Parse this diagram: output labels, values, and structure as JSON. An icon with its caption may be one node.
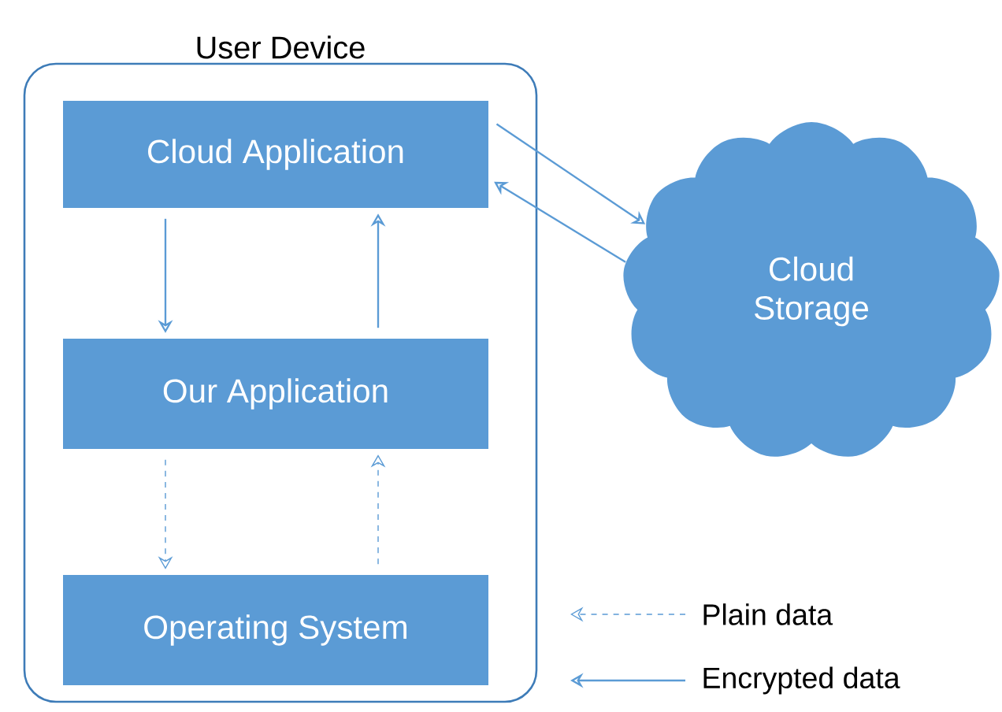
{
  "diagram": {
    "nodes": [
      {
        "text": [
          "User Device"
        ]
      },
      {
        "text": [
          "Cloud Application"
        ],
        "in": 0
      },
      {
        "text": [
          "Our Application"
        ],
        "in": 0
      },
      {
        "text": [
          "Operating System"
        ],
        "in": 0
      },
      {
        "text": [
          "Cloud Storage"
        ]
      }
    ],
    "edges": [
      {
        "from": 1,
        "to": 2,
        "arrow": "to"
      },
      {
        "from": 2,
        "to": 1,
        "arrow": "to"
      },
      {
        "from": 2,
        "to": 3,
        "arrow": "to",
        "style": "dashed"
      },
      {
        "from": 3,
        "to": 2,
        "arrow": "to",
        "style": "dashed"
      },
      {
        "from": 1,
        "to": 4,
        "arrow": "to"
      },
      {
        "from": 4,
        "to": 1,
        "arrow": "to"
      }
    ],
    "legend": [
      {
        "text": "Plain data"
      },
      {
        "text": "Encrypted data"
      }
    ]
  }
}
